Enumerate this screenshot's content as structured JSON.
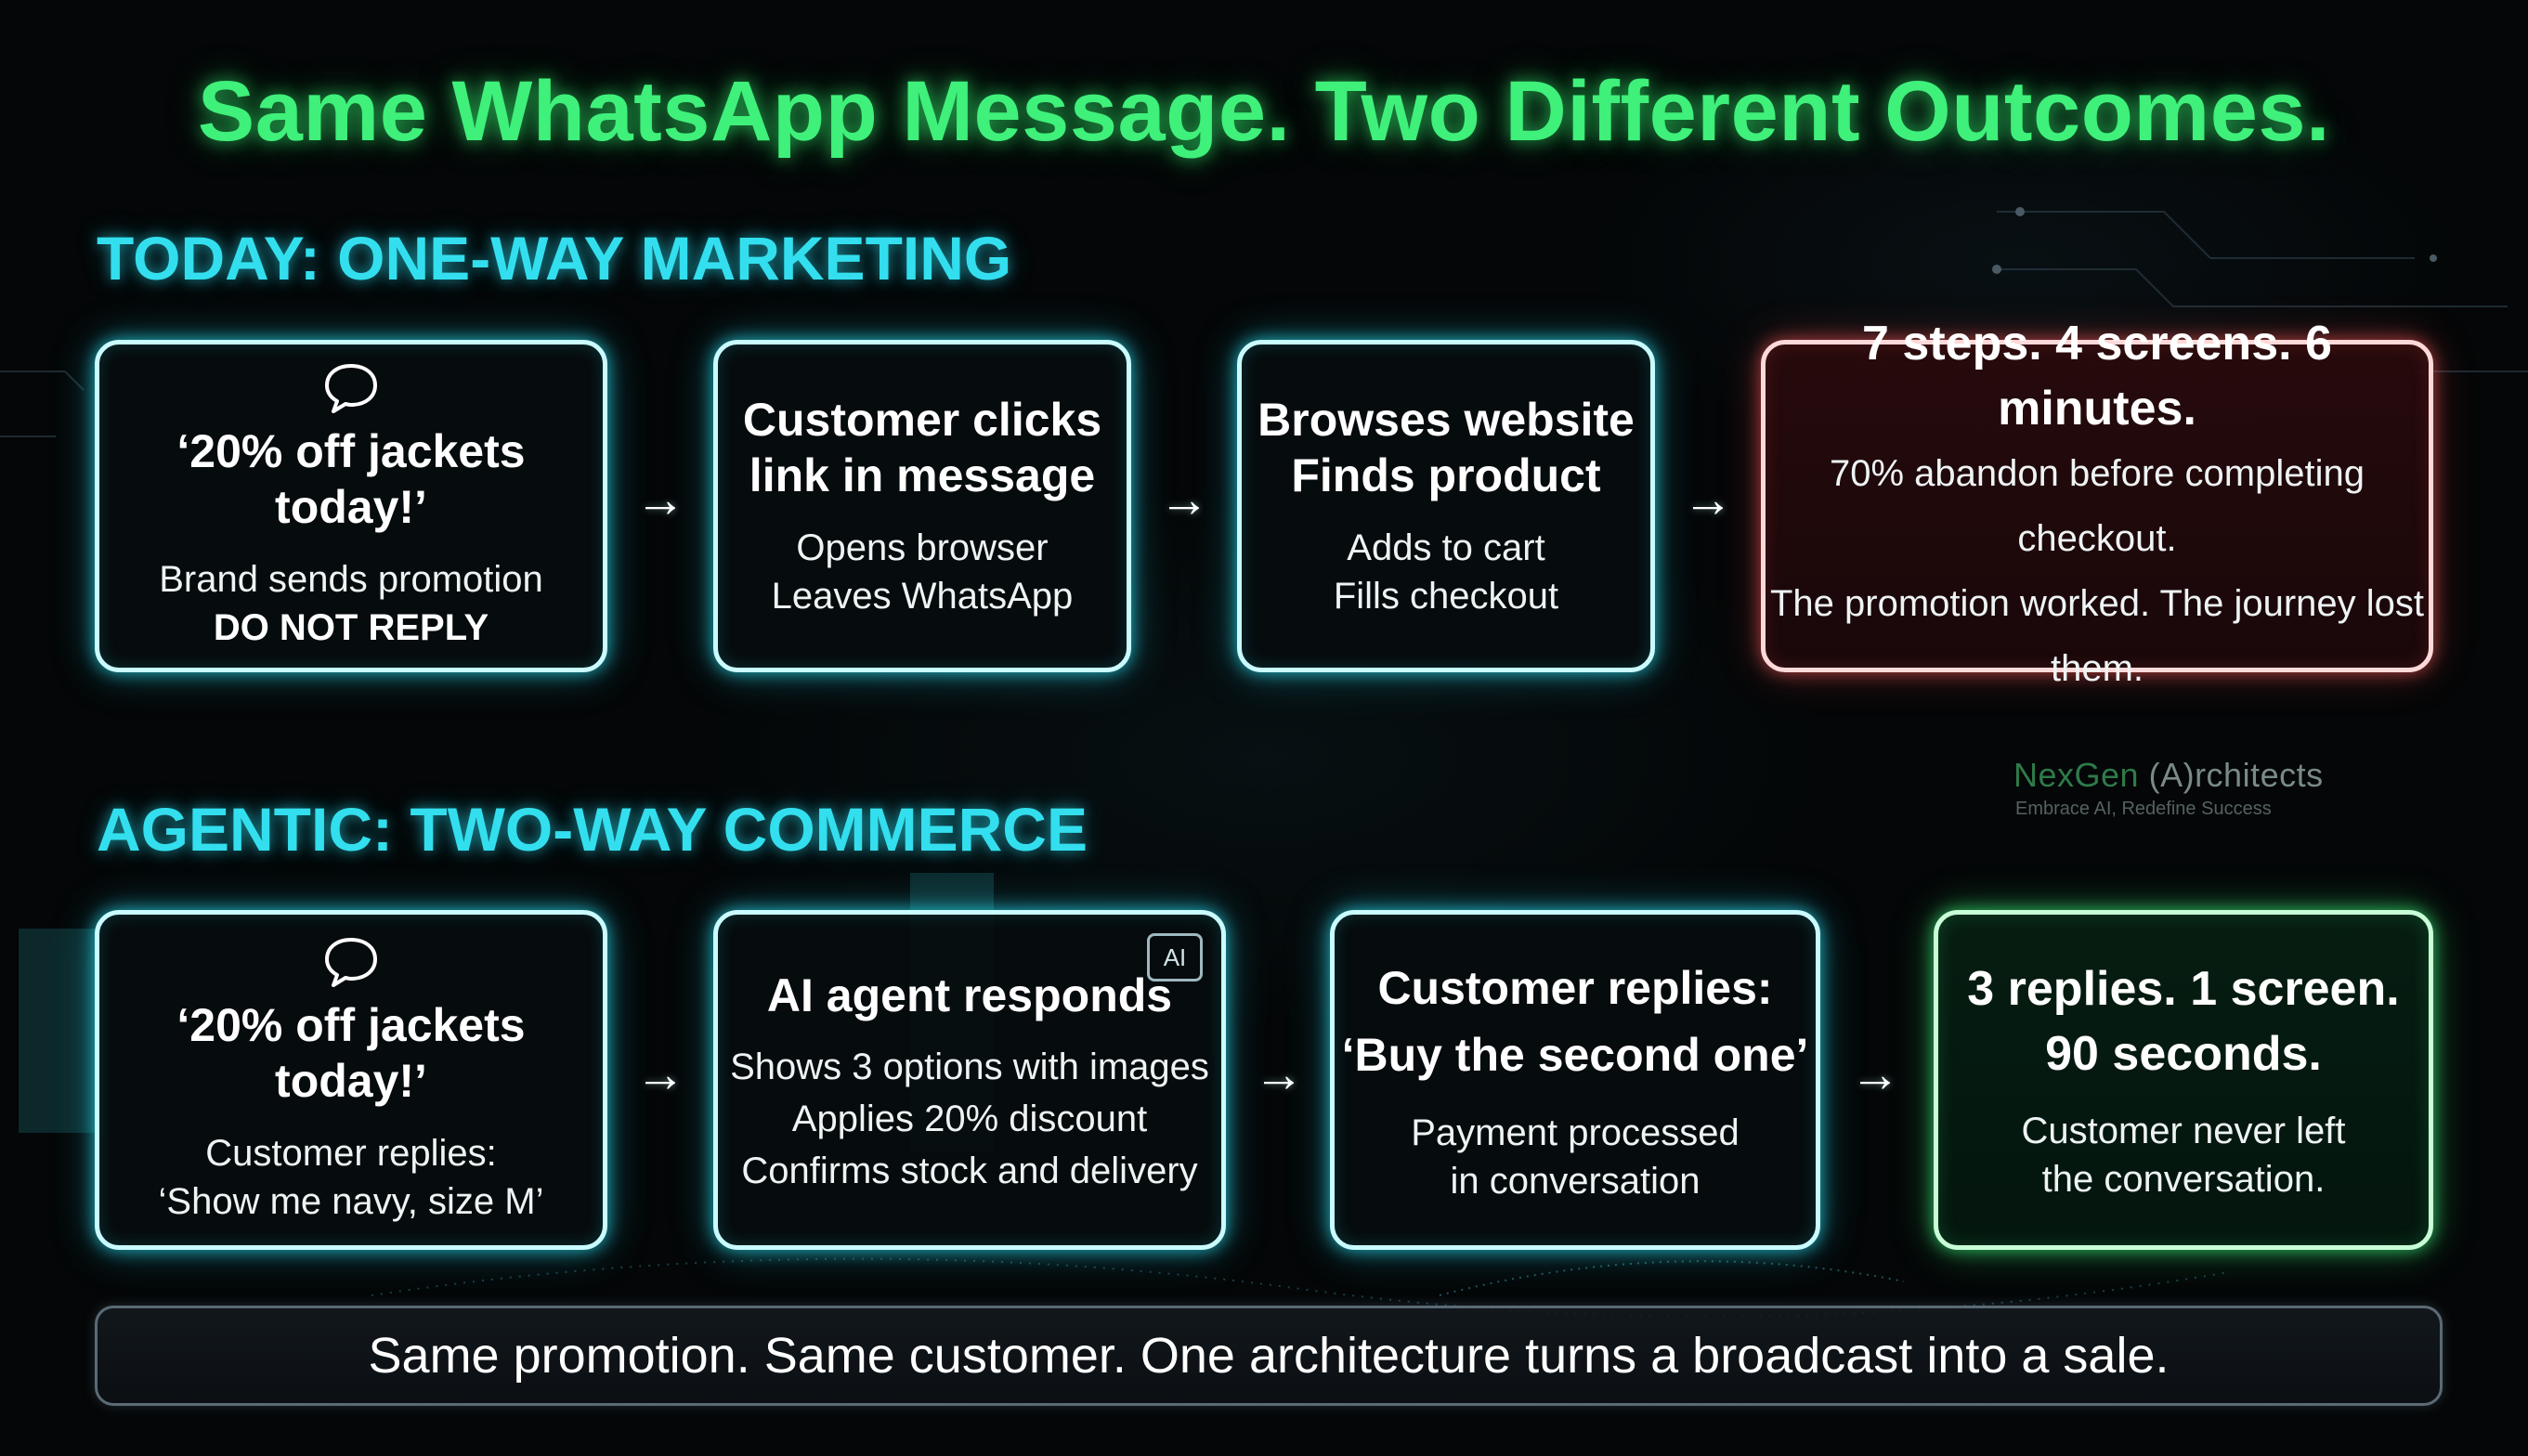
{
  "title": "Same WhatsApp Message. Two Different Outcomes.",
  "today": {
    "heading": "TODAY: ONE-WAY MARKETING",
    "steps": [
      {
        "headline": "‘20% off jackets today!’",
        "lines": [
          "Brand sends promotion"
        ],
        "emphasis": "DO NOT REPLY",
        "icon": "chat-bubble-icon"
      },
      {
        "headline_lines": [
          "Customer clicks",
          "link in message"
        ],
        "lines": [
          "Opens browser",
          "Leaves WhatsApp"
        ]
      },
      {
        "headline_lines": [
          "Browses website",
          "Finds product"
        ],
        "lines": [
          "Adds to cart",
          "Fills checkout"
        ]
      }
    ],
    "outcome": {
      "headline": "7 steps. 4 screens. 6 minutes.",
      "lines": [
        "70% abandon before completing checkout.",
        "The promotion worked. The journey lost them."
      ],
      "color": "#ff5a5a"
    }
  },
  "agentic": {
    "heading": "AGENTIC: TWO-WAY COMMERCE",
    "steps": [
      {
        "headline": "‘20% off jackets today!’",
        "lines": [
          "Customer replies:",
          "‘Show me navy, size M’"
        ],
        "icon": "chat-bubble-icon"
      },
      {
        "headline": "AI agent responds",
        "lines": [
          "Shows 3 options with images",
          "Applies 20% discount",
          "Confirms stock and delivery"
        ],
        "badge": "AI"
      },
      {
        "headline_lines": [
          "Customer replies:",
          "‘Buy the second one’"
        ],
        "lines": [
          "Payment processed",
          "in conversation"
        ]
      }
    ],
    "outcome": {
      "headline_lines": [
        "3 replies. 1 screen.",
        "90 seconds."
      ],
      "lines": [
        "Customer never left",
        "the conversation."
      ],
      "color": "#3cf078"
    }
  },
  "arrow_glyph": "→",
  "footer": "Same promotion. Same customer. One architecture turns a broadcast into a sale.",
  "brand": {
    "name_prefix": "NexGen",
    "name_suffix": " (A)rchitects",
    "tagline": "Embrace AI, Redefine Success"
  },
  "colors": {
    "title": "#3ff07a",
    "section": "#33dfee",
    "box_border": "#c9fbff",
    "background": "#040607"
  }
}
